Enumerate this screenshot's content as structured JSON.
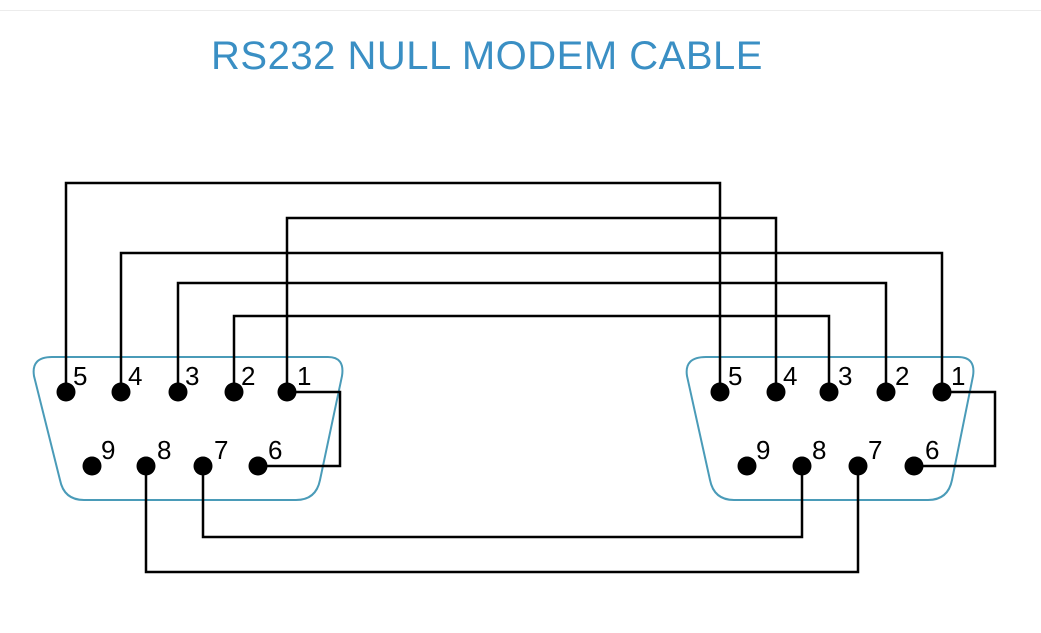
{
  "title": "RS232 NULL MODEM CABLE",
  "colors": {
    "title": "#3a8fc4",
    "connector_outline": "#4a9bb8",
    "wire": "#000000"
  },
  "connectors": [
    {
      "side": "left",
      "pin_labels": [
        "5",
        "4",
        "3",
        "2",
        "1",
        "9",
        "8",
        "7",
        "6"
      ]
    },
    {
      "side": "right",
      "pin_labels": [
        "5",
        "4",
        "3",
        "2",
        "1",
        "9",
        "8",
        "7",
        "6"
      ]
    }
  ]
}
